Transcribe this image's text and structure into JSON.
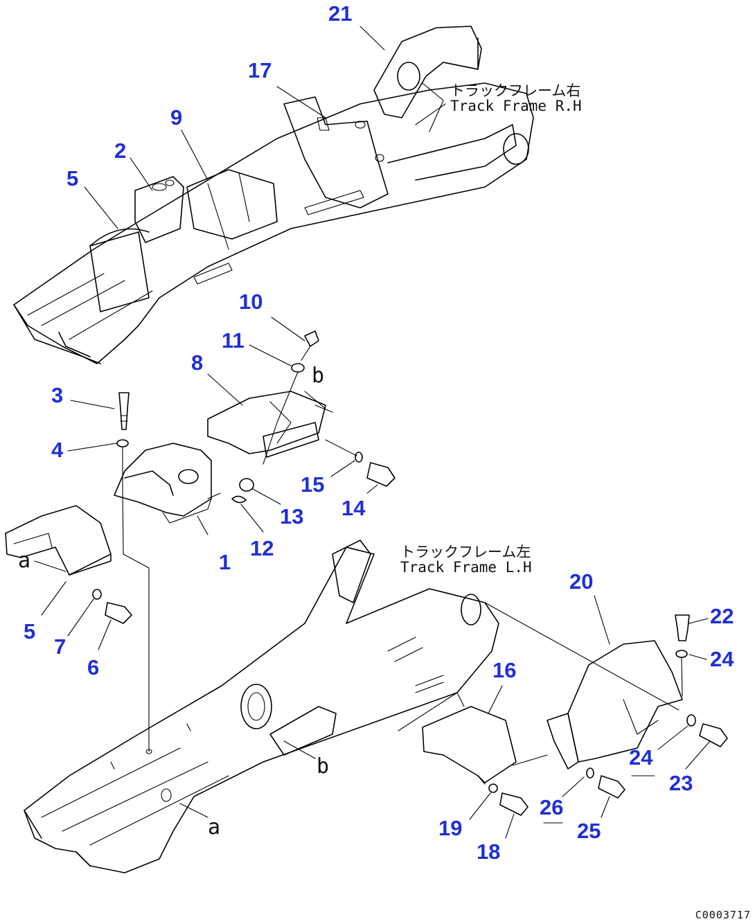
{
  "callouts": {
    "p1": "1",
    "p2": "2",
    "p3": "3",
    "p4": "4",
    "p5": "5",
    "p5b": "5",
    "p6": "6",
    "p7": "7",
    "p8": "8",
    "p9": "9",
    "p10": "10",
    "p11": "11",
    "p12": "12",
    "p13": "13",
    "p14": "14",
    "p15": "15",
    "p16": "16",
    "p17": "17",
    "p18": "18",
    "p19": "19",
    "p20": "20",
    "p21": "21",
    "p22": "22",
    "p23": "23",
    "p24": "24",
    "p24b": "24",
    "p25": "25",
    "p26": "26"
  },
  "notes": {
    "frame_right": "トラックフレーム右\nTrack Frame R.H",
    "frame_left": "トラックフレーム左\nTrack Frame L.H"
  },
  "view_marks": {
    "a_upper": "a",
    "a_lower": "a",
    "b_upper": "b",
    "b_lower": "b"
  },
  "drawing_code": "C0003717",
  "colors": {
    "callout": "#1f2fd6",
    "ink": "#000000",
    "background": "#ffffff"
  }
}
